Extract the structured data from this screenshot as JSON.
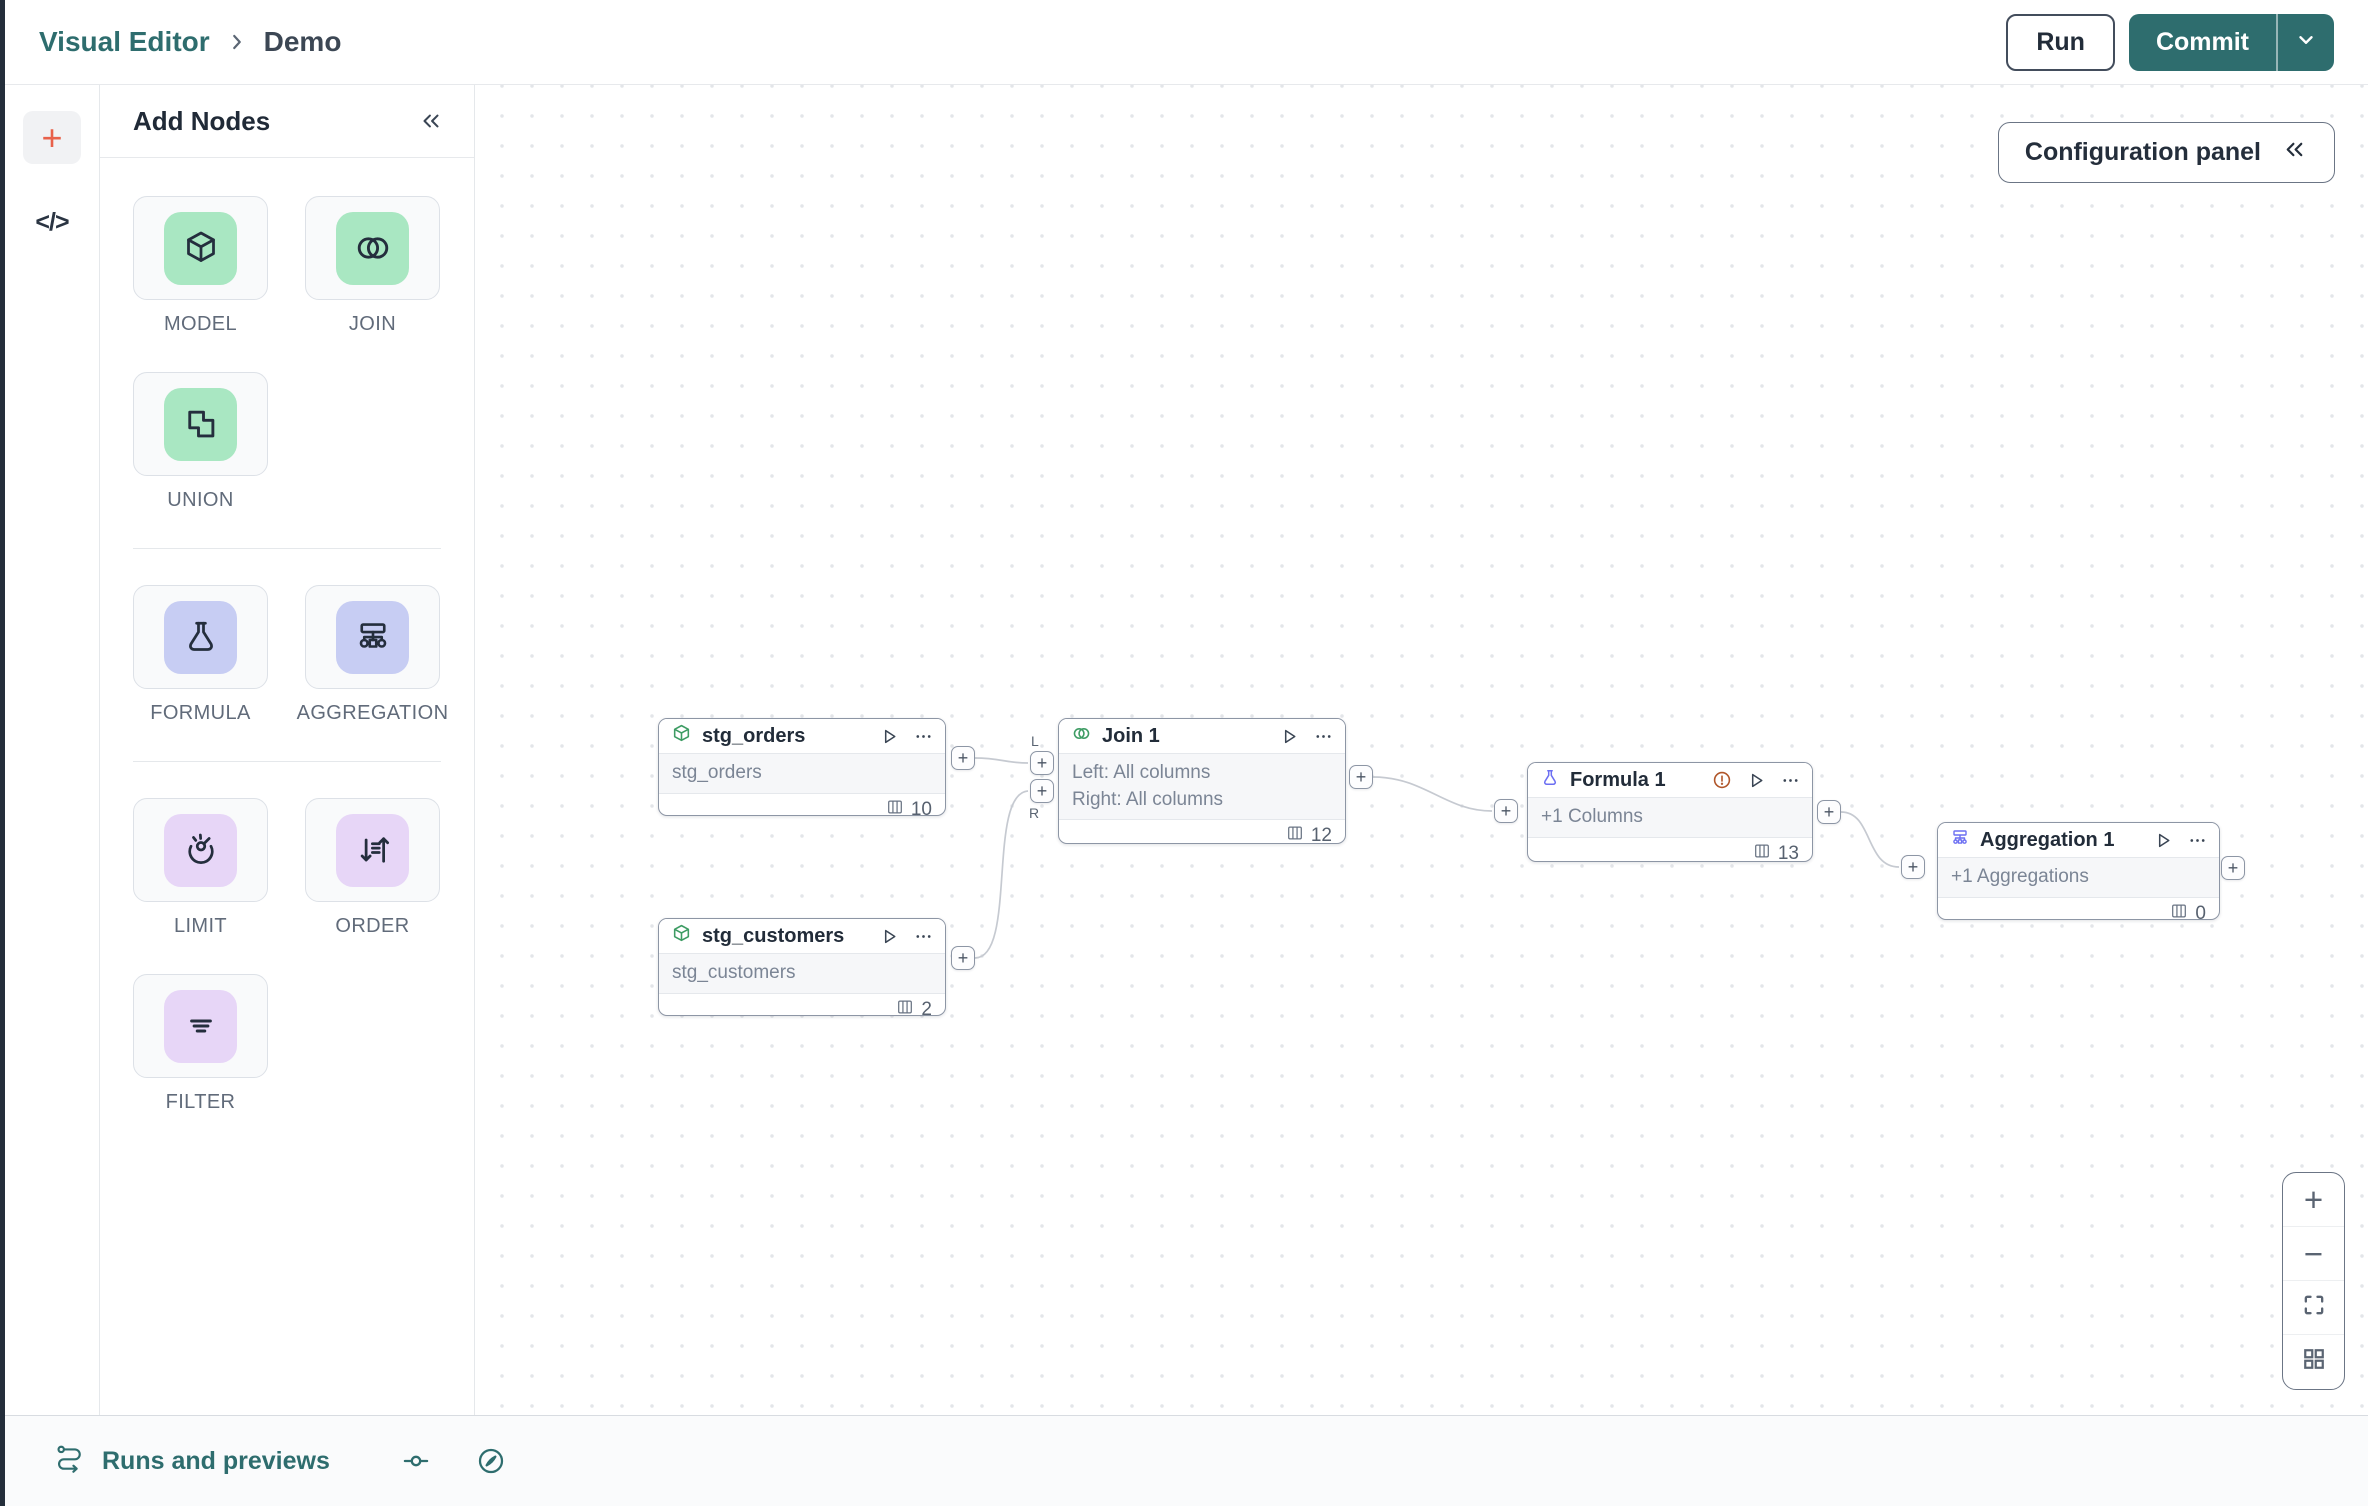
{
  "colors": {
    "accent_teal": "#2e6d6e",
    "accent_orange": "#e8614a",
    "node_green_icon": "#3e9c64",
    "node_purple_icon": "#6c6ff2",
    "warning_orange": "#b0562a",
    "tile_green": "#a9e7c2",
    "tile_lavender": "#c7cdf3",
    "tile_purple": "#e7d6f7"
  },
  "header": {
    "breadcrumb": {
      "root": "Visual Editor",
      "current": "Demo"
    },
    "run_button": "Run",
    "commit_button": "Commit"
  },
  "left_rail": {
    "add_button": "+",
    "code_button": "</>"
  },
  "add_nodes_panel": {
    "title": "Add Nodes",
    "sections": [
      {
        "tiles": [
          {
            "label": "MODEL",
            "icon": "cube-icon",
            "tint": "green"
          },
          {
            "label": "JOIN",
            "icon": "venn-icon",
            "tint": "green"
          },
          {
            "label": "UNION",
            "icon": "union-icon",
            "tint": "green"
          }
        ]
      },
      {
        "tiles": [
          {
            "label": "FORMULA",
            "icon": "flask-icon",
            "tint": "lavender"
          },
          {
            "label": "AGGREGATION",
            "icon": "tree-icon",
            "tint": "lavender"
          }
        ]
      },
      {
        "tiles": [
          {
            "label": "LIMIT",
            "icon": "gauge-icon",
            "tint": "purple"
          },
          {
            "label": "ORDER",
            "icon": "sort-icon",
            "tint": "purple"
          },
          {
            "label": "FILTER",
            "icon": "filter-icon",
            "tint": "purple"
          }
        ]
      }
    ]
  },
  "canvas": {
    "config_panel_button": "Configuration panel",
    "connector_plus": "+",
    "nodes": [
      {
        "title": "stg_orders",
        "icon": "model-cube-icon",
        "body_lines": [
          "stg_orders"
        ],
        "column_count": "10"
      },
      {
        "title": "stg_customers",
        "icon": "model-cube-icon",
        "body_lines": [
          "stg_customers"
        ],
        "column_count": "2"
      },
      {
        "title": "Join 1",
        "icon": "join-venn-icon",
        "body_lines": [
          "Left: All columns",
          "Right: All columns"
        ],
        "column_count": "12",
        "input_labels": {
          "left": "L",
          "right": "R"
        }
      },
      {
        "title": "Formula 1",
        "icon": "formula-flask-icon",
        "body_lines": [
          "+1 Columns"
        ],
        "column_count": "13",
        "has_warning": true
      },
      {
        "title": "Aggregation 1",
        "icon": "aggregation-tree-icon",
        "body_lines": [
          "+1 Aggregations"
        ],
        "column_count": "0"
      }
    ],
    "zoom_controls": {
      "zoom_in": "+",
      "zoom_out": "−"
    }
  },
  "bottom_bar": {
    "runs_label": "Runs and previews"
  }
}
